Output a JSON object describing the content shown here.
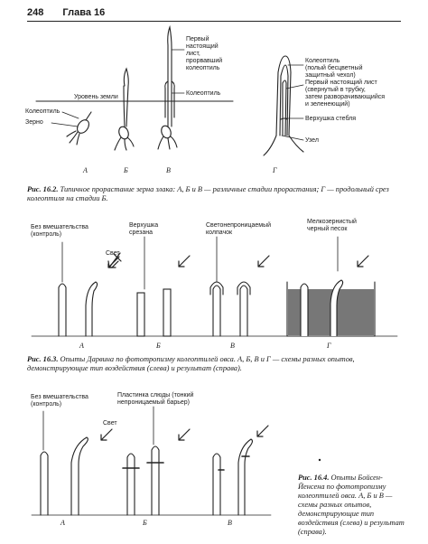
{
  "header": {
    "page_number": "248",
    "chapter": "Глава 16"
  },
  "fig2": {
    "labels": {
      "first_leaf": "Первый\nнастоящий\nлист,\nпрорвавший\nколеоптиль",
      "coleoptile": "Колеоптиль",
      "ground_level": "Уровень земли",
      "coleoptile_left": "Колеоптиль",
      "grain": "Зерно",
      "g_coleoptile": "Колеоптиль\n(полый бесцветный\nзащитный чехол)",
      "g_first_leaf": "Первый настоящий лист\n(свернутый в трубку,\nзатем разворачивающийся\nи зеленеющий)",
      "g_stem_tip": "Верхушка стебля",
      "g_node": "Узел"
    },
    "letters": [
      "А",
      "Б",
      "В",
      "Г"
    ],
    "caption_num": "Рис. 16.2.",
    "caption_text": " Типичное прорастание зерна злака: А, Б и В — различные стадии прорастания; Г — продольный срез колеоптиля на стадии Б."
  },
  "fig3": {
    "labels": {
      "control": "Без вмешательства\n(контроль)",
      "light": "Свет",
      "tip_cut": "Верхушка\nсрезана",
      "cap": "Светонепроницаемый\nколпачок",
      "sand": "Мелкозернистый\nчерный песок"
    },
    "letters": [
      "А",
      "Б",
      "В",
      "Г"
    ],
    "caption_num": "Рис. 16.3.",
    "caption_text": " Опыты Дарвина по фототропизму колеоптилей овса. А, Б, В и Г — схемы разных опытов, демонстрирующие тип воздействия (слева) и результат (справа)."
  },
  "fig4": {
    "labels": {
      "control": "Без вмешательства\n(контроль)",
      "light": "Свет",
      "mica": "Пластинка слюды (тонкий\nнепроницаемый барьер)"
    },
    "letters": [
      "А",
      "Б",
      "В"
    ],
    "caption_num": "Рис. 16.4.",
    "caption_text": " Опыты Бойсен-Йенсена по фототропизму колеоптилей овса. А, Б и В — схемы разных опытов, демонстрирующие тип воздействия (слева) и результат (справа)."
  }
}
